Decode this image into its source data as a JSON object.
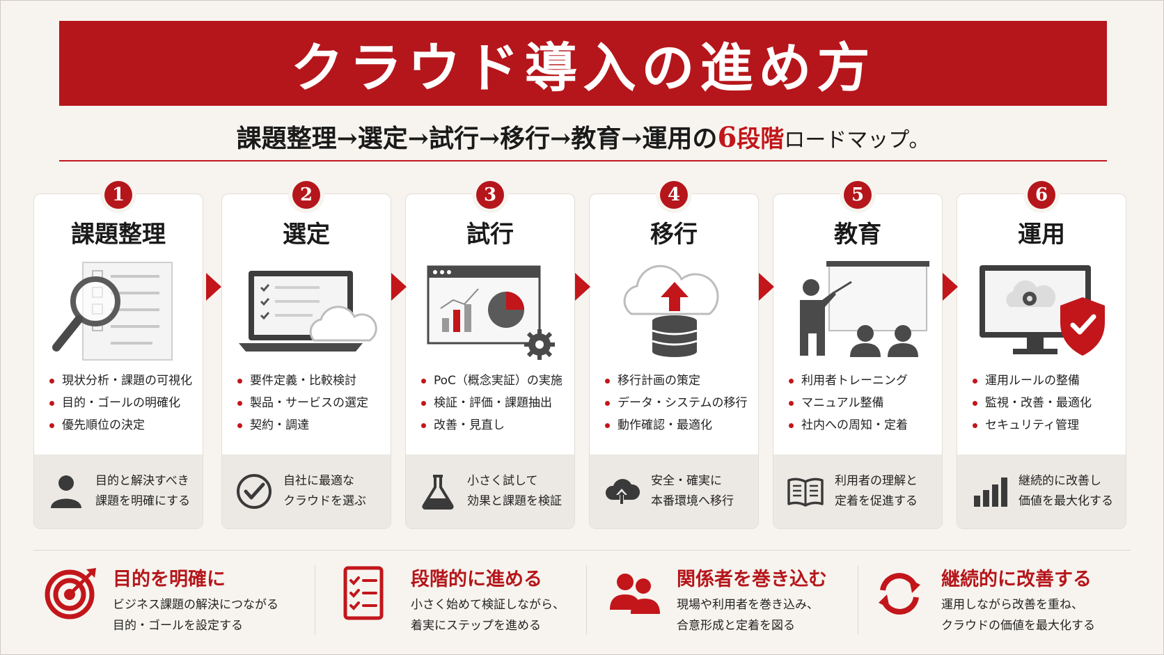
{
  "title": "クラウド導入の進め方",
  "subtitle": {
    "flow": "課題整理→選定→試行→移行→教育→運用の",
    "count": "6",
    "stage": "段階",
    "tail": "ロードマップ。"
  },
  "colors": {
    "accent": "#b5161b",
    "background": "#f7f4ef",
    "panel": "#ffffff",
    "footer": "#ece9e4"
  },
  "steps": [
    {
      "number": "1",
      "title": "課題整理",
      "icon": "magnifier-checklist-icon",
      "bullets": [
        "現状分析・課題の可視化",
        "目的・ゴールの明確化",
        "優先順位の決定"
      ],
      "footer_icon": "person-icon",
      "footer_line1": "目的と解決すべき",
      "footer_line2": "課題を明確にする"
    },
    {
      "number": "2",
      "title": "選定",
      "icon": "laptop-cloud-icon",
      "bullets": [
        "要件定義・比較検討",
        "製品・サービスの選定",
        "契約・調達"
      ],
      "footer_icon": "check-circle-icon",
      "footer_line1": "自社に最適な",
      "footer_line2": "クラウドを選ぶ"
    },
    {
      "number": "3",
      "title": "試行",
      "icon": "dashboard-chart-icon",
      "bullets": [
        "PoC（概念実証）の実施",
        "検証・評価・課題抽出",
        "改善・見直し"
      ],
      "footer_icon": "flask-icon",
      "footer_line1": "小さく試して",
      "footer_line2": "効果と課題を検証"
    },
    {
      "number": "4",
      "title": "移行",
      "icon": "cloud-upload-database-icon",
      "bullets": [
        "移行計画の策定",
        "データ・システムの移行",
        "動作確認・最適化"
      ],
      "footer_icon": "cloud-upload-icon",
      "footer_line1": "安全・確実に",
      "footer_line2": "本番環境へ移行"
    },
    {
      "number": "5",
      "title": "教育",
      "icon": "training-presentation-icon",
      "bullets": [
        "利用者トレーニング",
        "マニュアル整備",
        "社内への周知・定着"
      ],
      "footer_icon": "book-icon",
      "footer_line1": "利用者の理解と",
      "footer_line2": "定着を促進する"
    },
    {
      "number": "6",
      "title": "運用",
      "icon": "monitor-shield-icon",
      "bullets": [
        "運用ルールの整備",
        "監視・改善・最適化",
        "セキュリティ管理"
      ],
      "footer_icon": "bar-chart-icon",
      "footer_line1": "継続的に改善し",
      "footer_line2": "価値を最大化する"
    }
  ],
  "tips": [
    {
      "icon": "target-icon",
      "title": "目的を明確に",
      "line1": "ビジネス課題の解決につながる",
      "line2": "目的・ゴールを設定する"
    },
    {
      "icon": "checklist-icon",
      "title": "段階的に進める",
      "line1": "小さく始めて検証しながら、",
      "line2": "着実にステップを進める"
    },
    {
      "icon": "people-icon",
      "title": "関係者を巻き込む",
      "line1": "現場や利用者を巻き込み、",
      "line2": "合意形成と定着を図る"
    },
    {
      "icon": "refresh-icon",
      "title": "継続的に改善する",
      "line1": "運用しながら改善を重ね、",
      "line2": "クラウドの価値を最大化する"
    }
  ]
}
